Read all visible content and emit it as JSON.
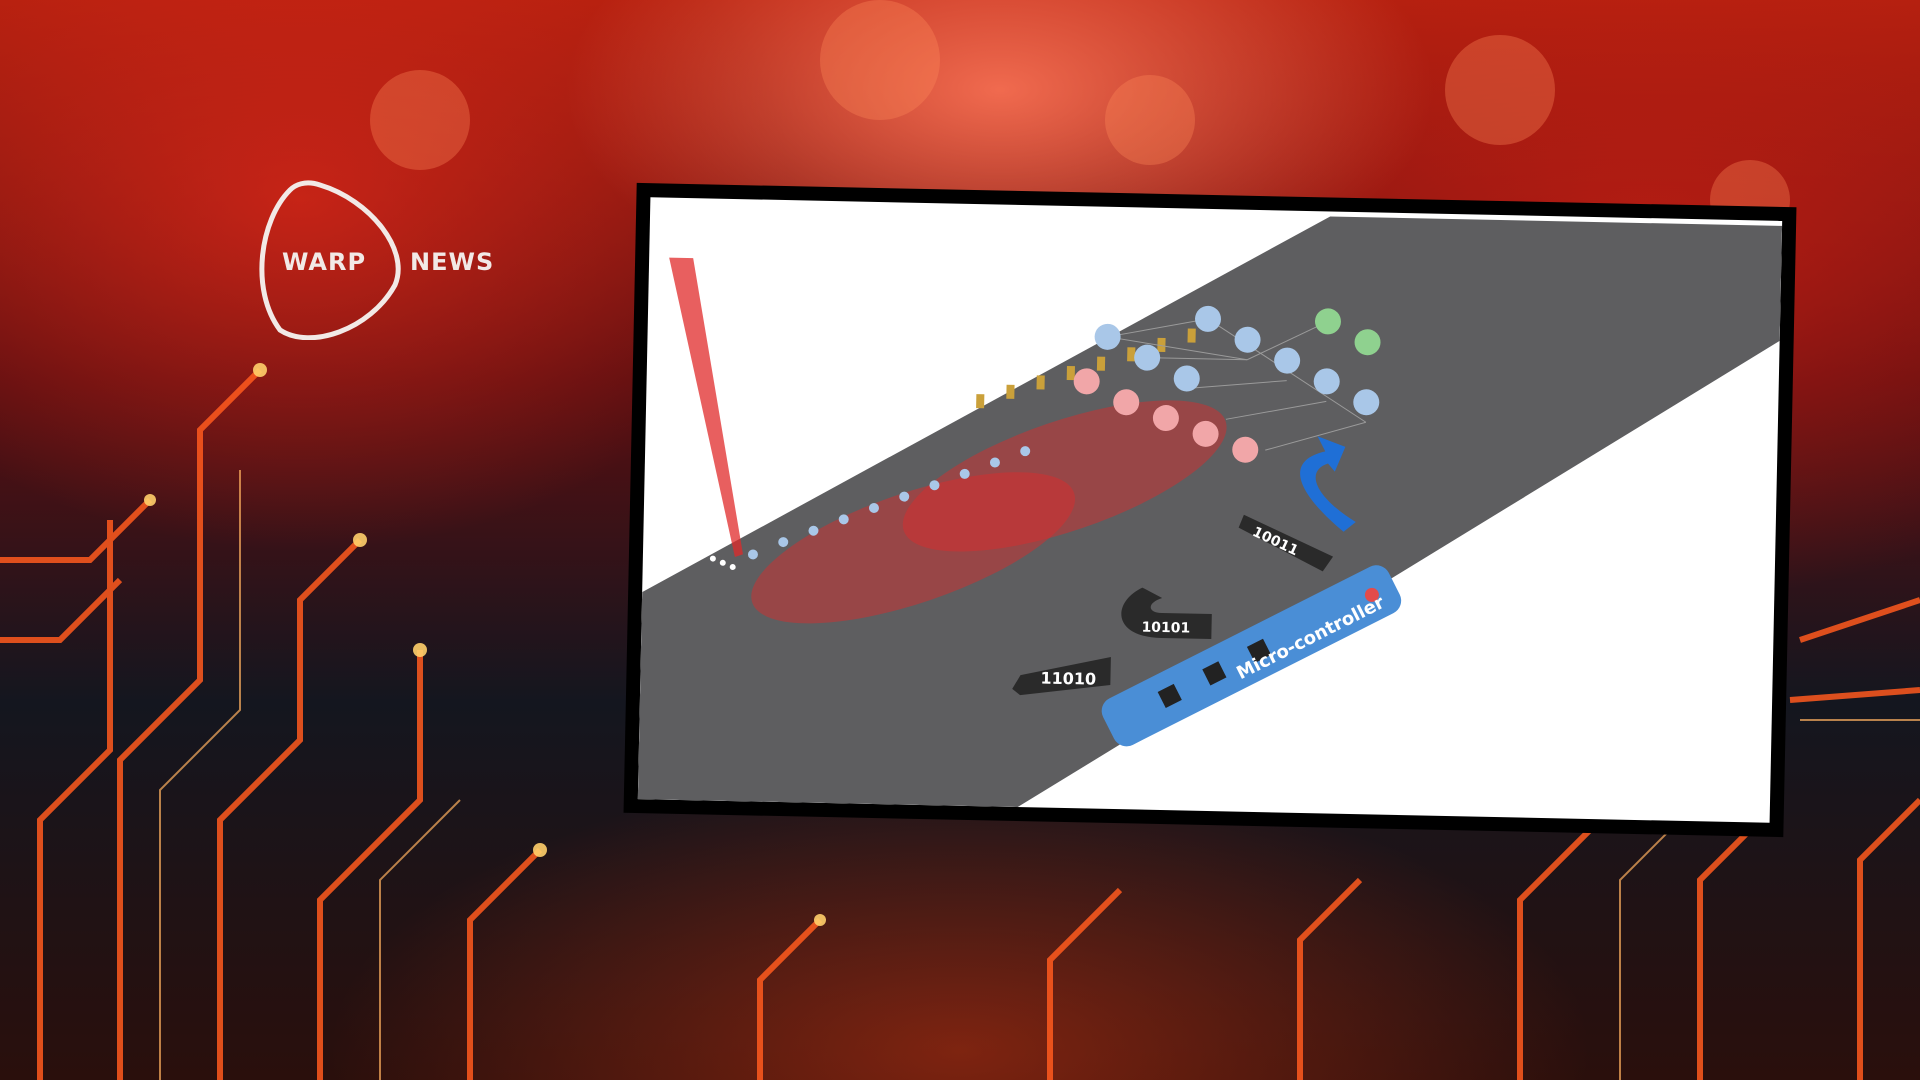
{
  "brand": {
    "left": "WARP",
    "right": "NEWS",
    "ring_color": "#f2e9e6"
  },
  "illustration": {
    "binary_in": "11010",
    "binary_loop": "10101",
    "binary_out": "10011",
    "controller_label": "Micro-controller",
    "colors": {
      "board": "#5e5e60",
      "laser": "#e02a2a",
      "neuron_blue": "#a9c7e8",
      "neuron_pink": "#f1a6a8",
      "neuron_green": "#8fd18f",
      "controller": "#4a8ed6",
      "arrow_blue": "#1f6fd6"
    }
  }
}
